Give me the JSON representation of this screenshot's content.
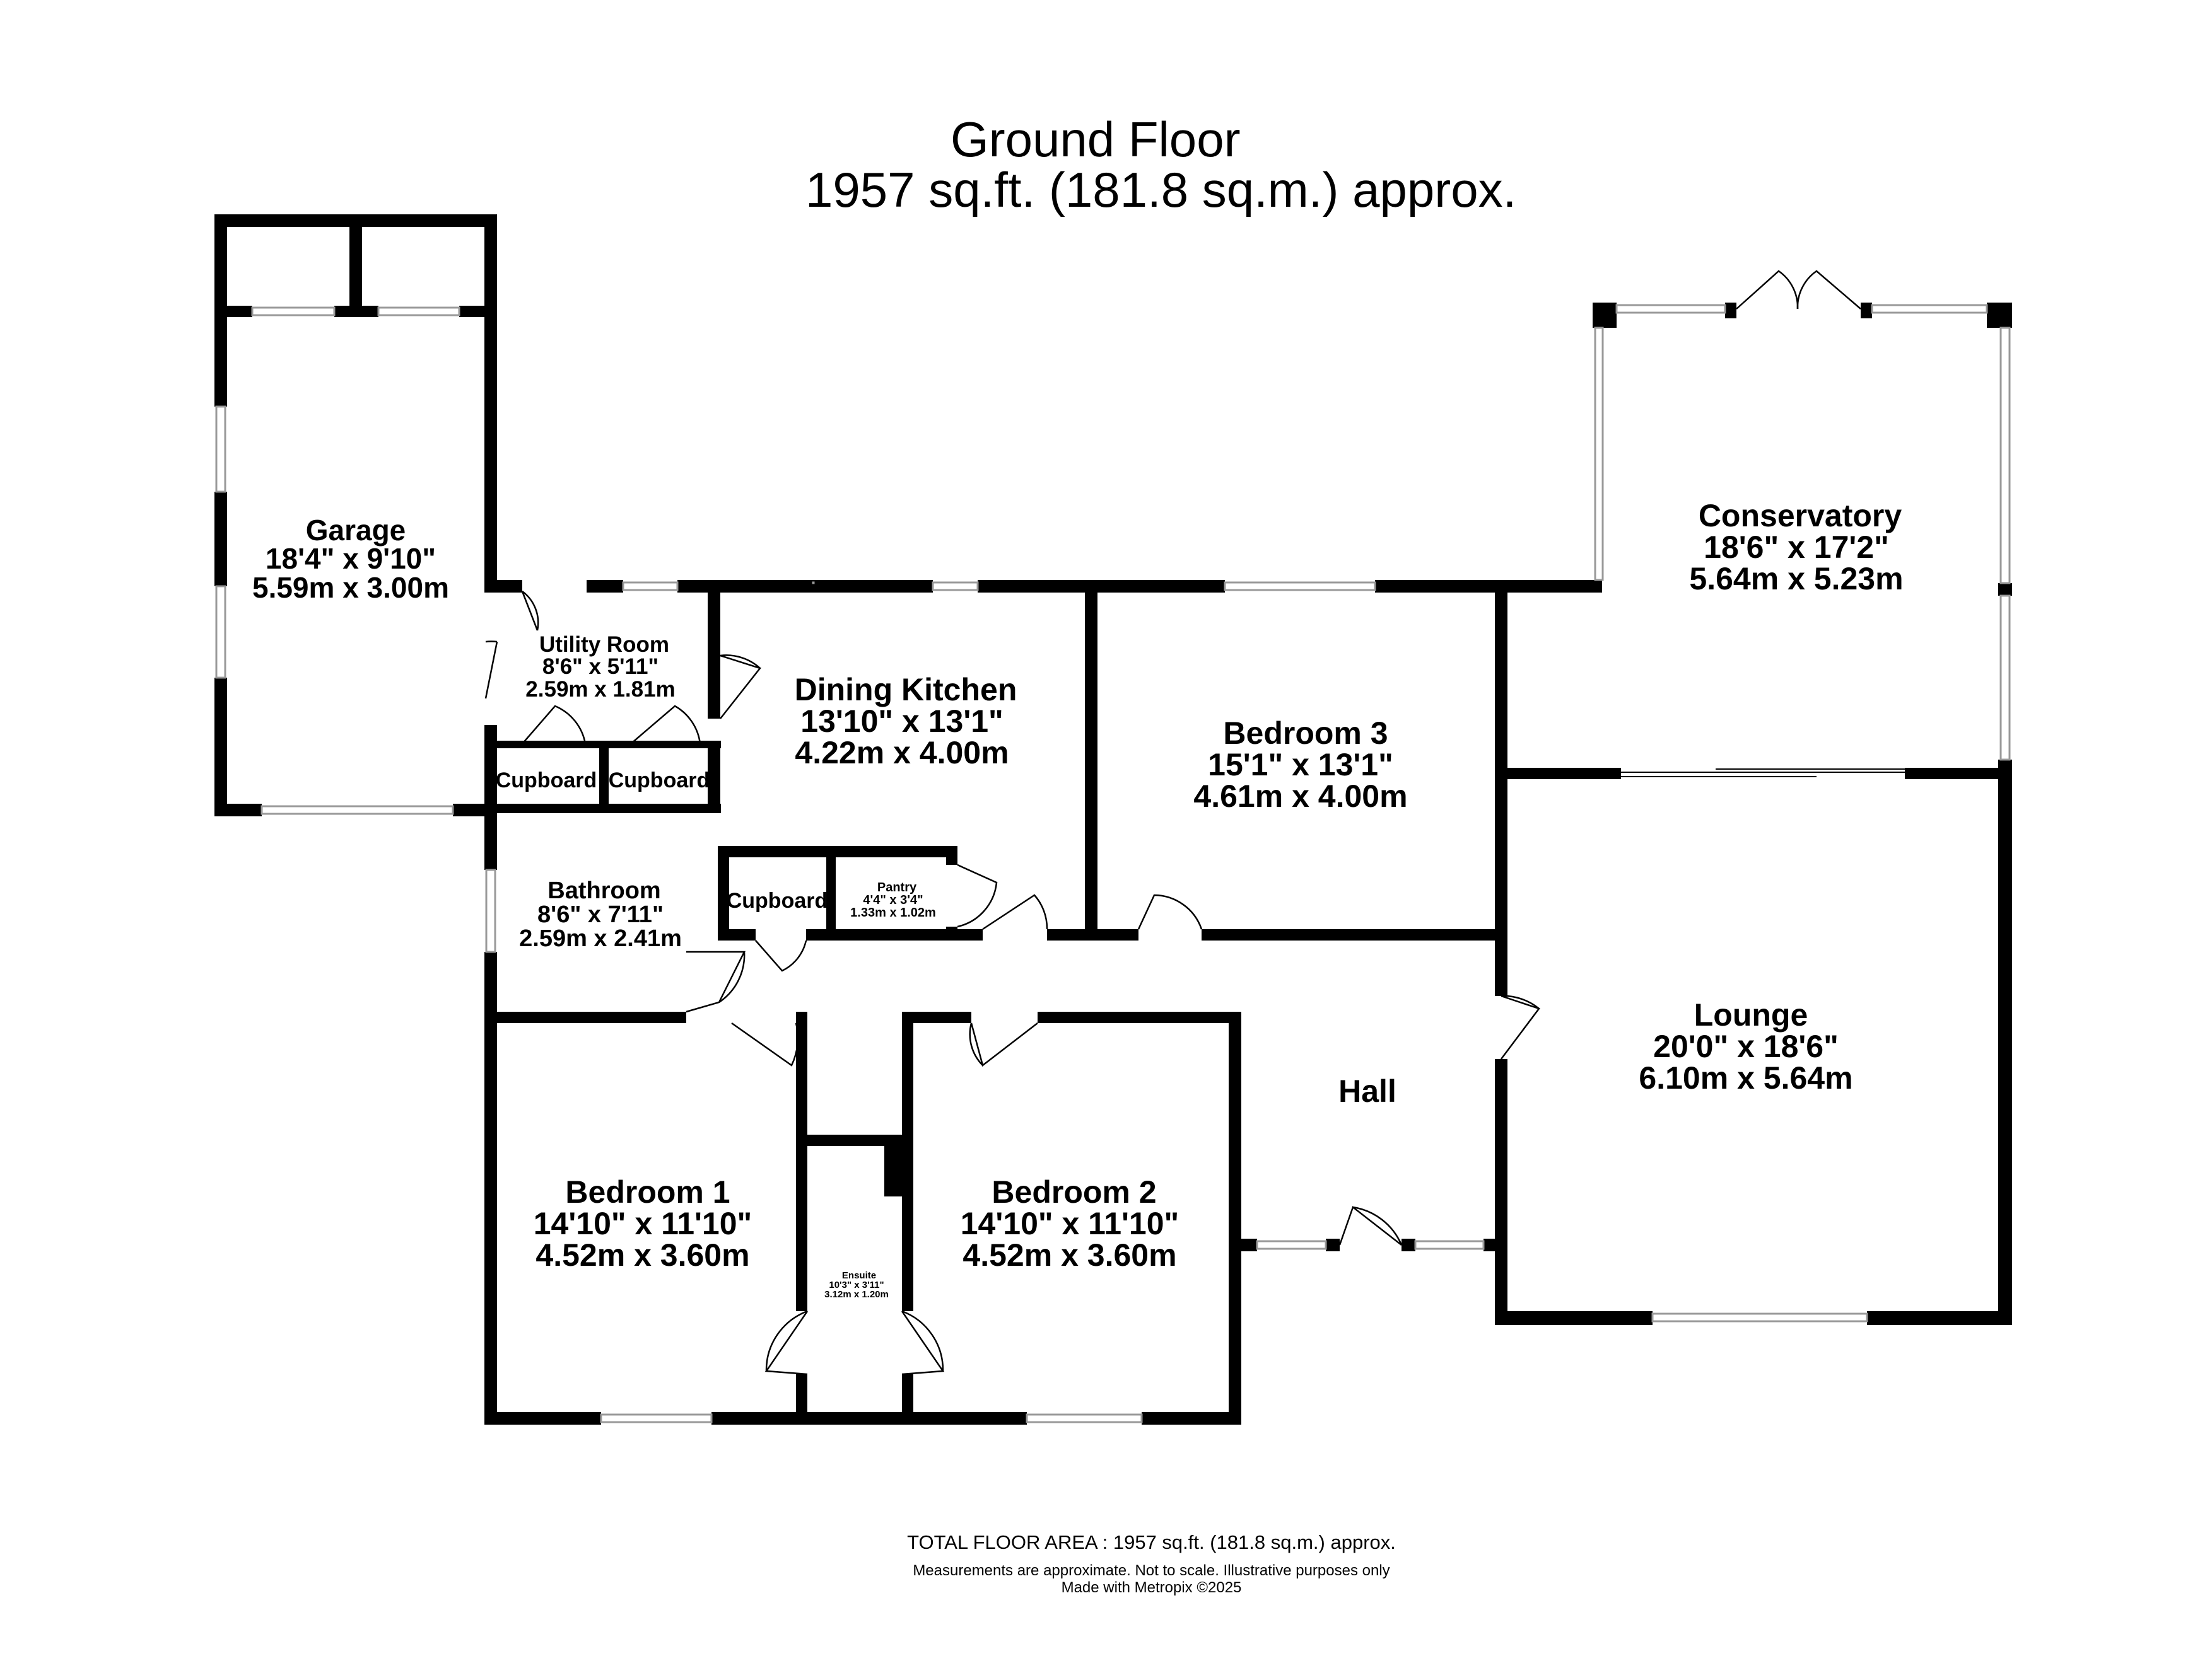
{
  "header": {
    "title": "Ground Floor",
    "area": "1957 sq.ft. (181.8 sq.m.) approx."
  },
  "rooms": {
    "garage": {
      "name": "Garage",
      "imperial": "18'4\"  x 9'10\"",
      "metric": "5.59m  x 3.00m"
    },
    "utility": {
      "name": "Utility Room",
      "imperial": "8'6\"  x 5'11\"",
      "metric": "2.59m  x 1.81m"
    },
    "cupboard_a": {
      "name": "Cupboard"
    },
    "cupboard_b": {
      "name": "Cupboard"
    },
    "cupboard_c": {
      "name": "Cupboard"
    },
    "dining_kitchen": {
      "name": "Dining Kitchen",
      "imperial": "13'10\"  x 13'1\"",
      "metric": "4.22m  x 4.00m"
    },
    "pantry": {
      "name": "Pantry",
      "imperial": "4'4\"  x 3'4\"",
      "metric": "1.33m  x 1.02m"
    },
    "bedroom3": {
      "name": "Bedroom 3",
      "imperial": "15'1\"  x 13'1\"",
      "metric": "4.61m  x 4.00m"
    },
    "conservatory": {
      "name": "Conservatory",
      "imperial": "18'6\"  x 17'2\"",
      "metric": "5.64m  x 5.23m"
    },
    "bathroom": {
      "name": "Bathroom",
      "imperial": "8'6\"  x 7'11\"",
      "metric": "2.59m  x 2.41m"
    },
    "lounge": {
      "name": "Lounge",
      "imperial": "20'0\"  x 18'6\"",
      "metric": "6.10m  x 5.64m"
    },
    "hall": {
      "name": "Hall"
    },
    "bedroom1": {
      "name": "Bedroom 1",
      "imperial": "14'10\"  x 11'10\"",
      "metric": "4.52m  x 3.60m"
    },
    "bedroom2": {
      "name": "Bedroom 2",
      "imperial": "14'10\"  x 11'10\"",
      "metric": "4.52m  x 3.60m"
    },
    "ensuite": {
      "name": "Ensuite",
      "imperial": "10'3\"  x 3'11\"",
      "metric": "3.12m  x 1.20m"
    }
  },
  "footer": {
    "total": "TOTAL FLOOR AREA : 1957 sq.ft. (181.8 sq.m.) approx.",
    "note": "Measurements are approximate.  Not to scale.  Illustrative purposes only",
    "made_with": "Made with Metropix ©2025"
  }
}
